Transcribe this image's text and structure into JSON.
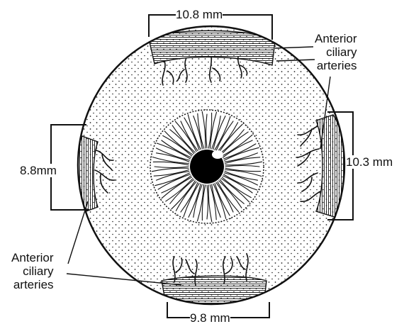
{
  "diagram": {
    "colors": {
      "ink": "#111111",
      "paper": "#ffffff",
      "stipple": "#222222"
    },
    "measurements": {
      "superior": "10.8 mm",
      "temporal_right": "10.3 mm",
      "nasal_left": "8.8mm",
      "inferior": "9.8 mm"
    },
    "labels": {
      "top_right": [
        "Anterior",
        "ciliary",
        "arteries"
      ],
      "bottom_left": [
        "Anterior",
        "ciliary",
        "arteries"
      ]
    }
  }
}
